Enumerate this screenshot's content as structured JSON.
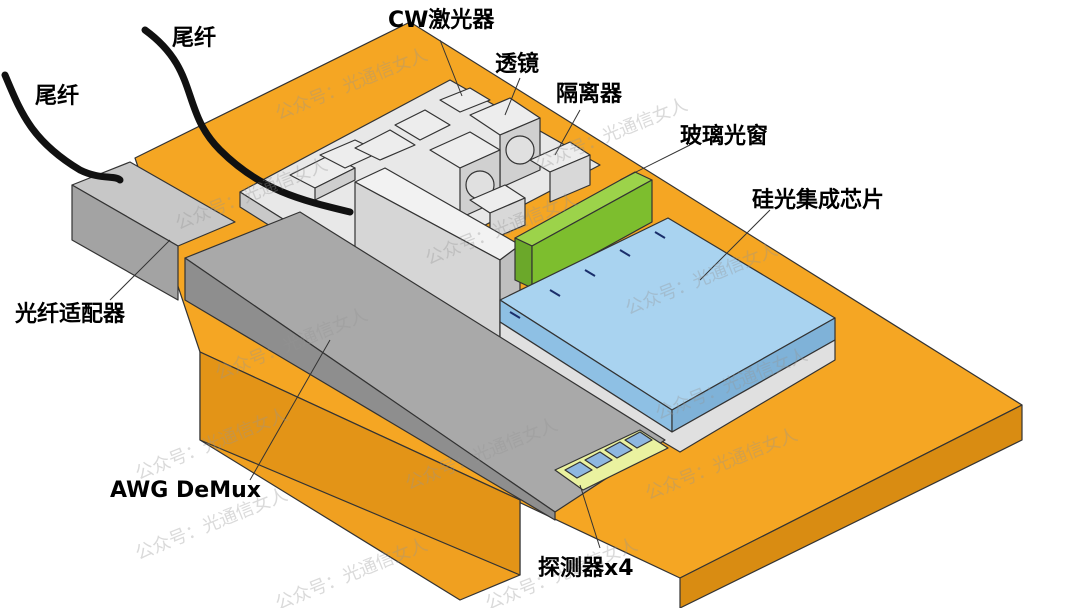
{
  "labels": {
    "pigtail_1": "尾纤",
    "pigtail_2": "尾纤",
    "cw_laser": "CW激光器",
    "lens": "透镜",
    "isolator": "隔离器",
    "glass_window": "玻璃光窗",
    "si_photonic_chip": "硅光集成芯片",
    "fiber_adapter": "光纤适配器",
    "awg_demux": "AWG DeMux",
    "detectors": "探测器x4"
  },
  "watermark": {
    "text": "公众号：光通信女人"
  },
  "colors": {
    "board": "#F5A623",
    "chip": "#A9D3F0",
    "window": "#7DBE2E",
    "gray": "#BDBDBD",
    "light": "#E6E6E6"
  }
}
